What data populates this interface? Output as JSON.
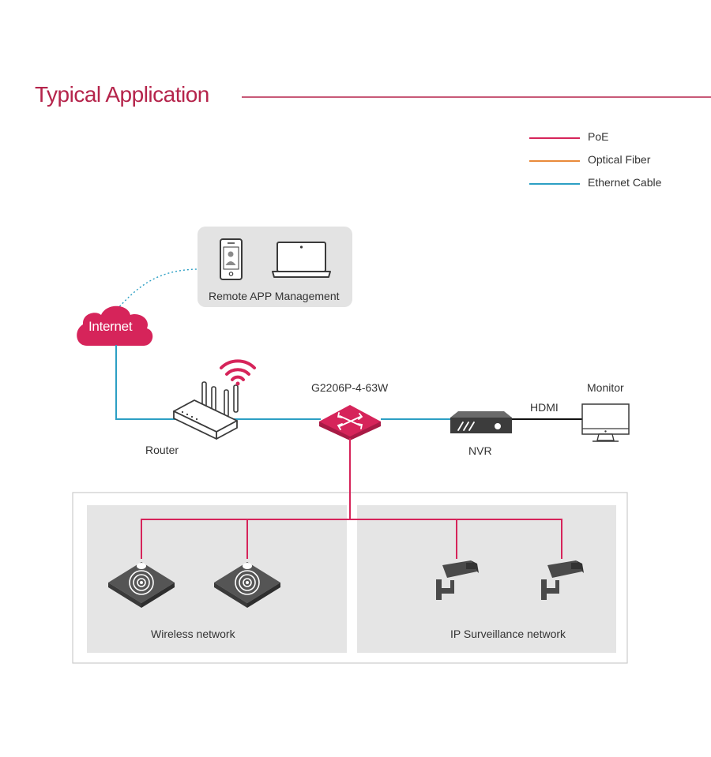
{
  "header": {
    "title": "Typical Application"
  },
  "legend": [
    {
      "label": "PoE",
      "color": "#d6245a"
    },
    {
      "label": "Optical Fiber",
      "color": "#e98a3a"
    },
    {
      "label": "Ethernet Cable",
      "color": "#2c9fc4"
    }
  ],
  "nodes": {
    "internet": "Internet",
    "remote": "Remote APP Management",
    "router": "Router",
    "switch": "G2206P-4-63W",
    "nvr": "NVR",
    "hdmi": "HDMI",
    "monitor": "Monitor"
  },
  "groups": {
    "wireless": "Wireless network",
    "surveillance": "IP Surveillance network"
  },
  "colors": {
    "brand": "#d6245a",
    "title": "#b5244b",
    "device_dark": "#545454",
    "panel_gray": "#e5e5e5"
  }
}
